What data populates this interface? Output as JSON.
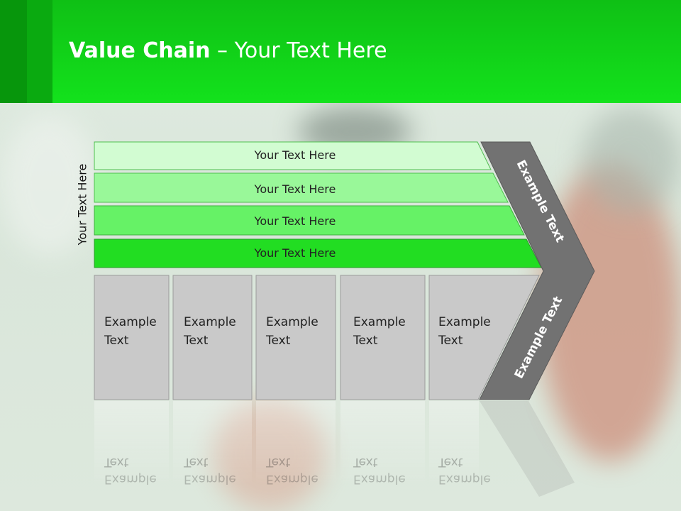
{
  "header": {
    "title_bold": "Value Chain",
    "title_rest": " – Your Text Here"
  },
  "side_label": "Your Text Here",
  "bars": [
    {
      "label": "Your Text Here",
      "color": "#d2fcd2"
    },
    {
      "label": "Your Text Here",
      "color": "#99f899"
    },
    {
      "label": "Your Text Here",
      "color": "#66f266"
    },
    {
      "label": "Your Text Here",
      "color": "#22dd22"
    }
  ],
  "boxes": [
    {
      "line1": "Example",
      "line2": "Text"
    },
    {
      "line1": "Example",
      "line2": "Text"
    },
    {
      "line1": "Example",
      "line2": "Text"
    },
    {
      "line1": "Example",
      "line2": "Text"
    },
    {
      "line1": "Example",
      "line2": "Text"
    }
  ],
  "arrow": {
    "upper_label": "Example Text",
    "lower_label": "Example Text",
    "color": "#727272"
  }
}
